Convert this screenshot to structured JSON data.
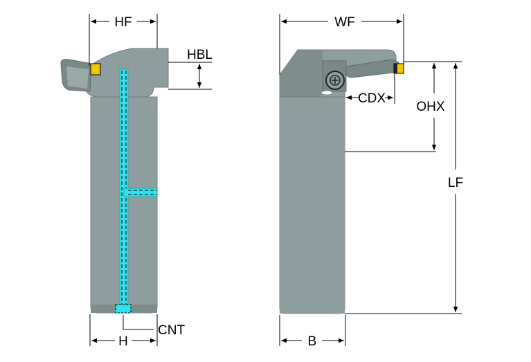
{
  "labels": {
    "hf": "HF",
    "hbl": "HBL",
    "cnt": "CNT",
    "h": "H",
    "wf": "WF",
    "cdx": "CDX",
    "ohx": "OHX",
    "lf": "LF",
    "b": "B"
  },
  "colors": {
    "body": "#8e9d9d",
    "body_dark": "#6f7c7c",
    "coolant": "#33e0ec",
    "insert": "#f0c800",
    "line": "#000000"
  }
}
